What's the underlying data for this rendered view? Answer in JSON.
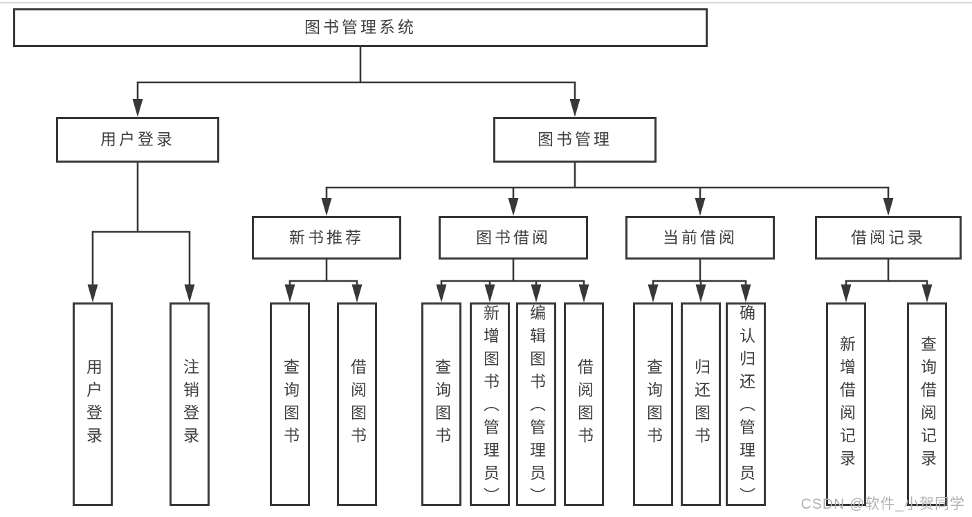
{
  "diagram_title": "图书管理系统",
  "watermark": "CSDN @软件_小贺同学",
  "colors": {
    "line": "#383838",
    "box_border": "#383838",
    "text": "#3f3f3f",
    "background": "#ffffff",
    "watermark": "#b2b2b2",
    "top_rule": "#d9d9d9"
  },
  "tree": {
    "id": "root",
    "label": "图书管理系统",
    "children": [
      {
        "id": "login",
        "label": "用户登录",
        "children": [
          {
            "id": "login-user",
            "label": "用户登录"
          },
          {
            "id": "login-logout",
            "label": "注销登录"
          }
        ]
      },
      {
        "id": "mgmt",
        "label": "图书管理",
        "children": [
          {
            "id": "newbook",
            "label": "新书推荐",
            "children": [
              {
                "id": "nb-query",
                "label": "查询图书"
              },
              {
                "id": "nb-borrow",
                "label": "借阅图书"
              }
            ]
          },
          {
            "id": "bookborrow",
            "label": "图书借阅",
            "children": [
              {
                "id": "bb-query",
                "label": "查询图书"
              },
              {
                "id": "bb-add",
                "label": "新增图书（管理员）"
              },
              {
                "id": "bb-edit",
                "label": "编辑图书（管理员）"
              },
              {
                "id": "bb-borrow",
                "label": "借阅图书"
              }
            ]
          },
          {
            "id": "current",
            "label": "当前借阅",
            "children": [
              {
                "id": "cb-query",
                "label": "查询图书"
              },
              {
                "id": "cb-return",
                "label": "归还图书"
              },
              {
                "id": "cb-confirm",
                "label": "确认归还（管理员）"
              }
            ]
          },
          {
            "id": "records",
            "label": "借阅记录",
            "children": [
              {
                "id": "rec-add",
                "label": "新增借阅记录"
              },
              {
                "id": "rec-query",
                "label": "查询借阅记录"
              }
            ]
          }
        ]
      }
    ]
  }
}
